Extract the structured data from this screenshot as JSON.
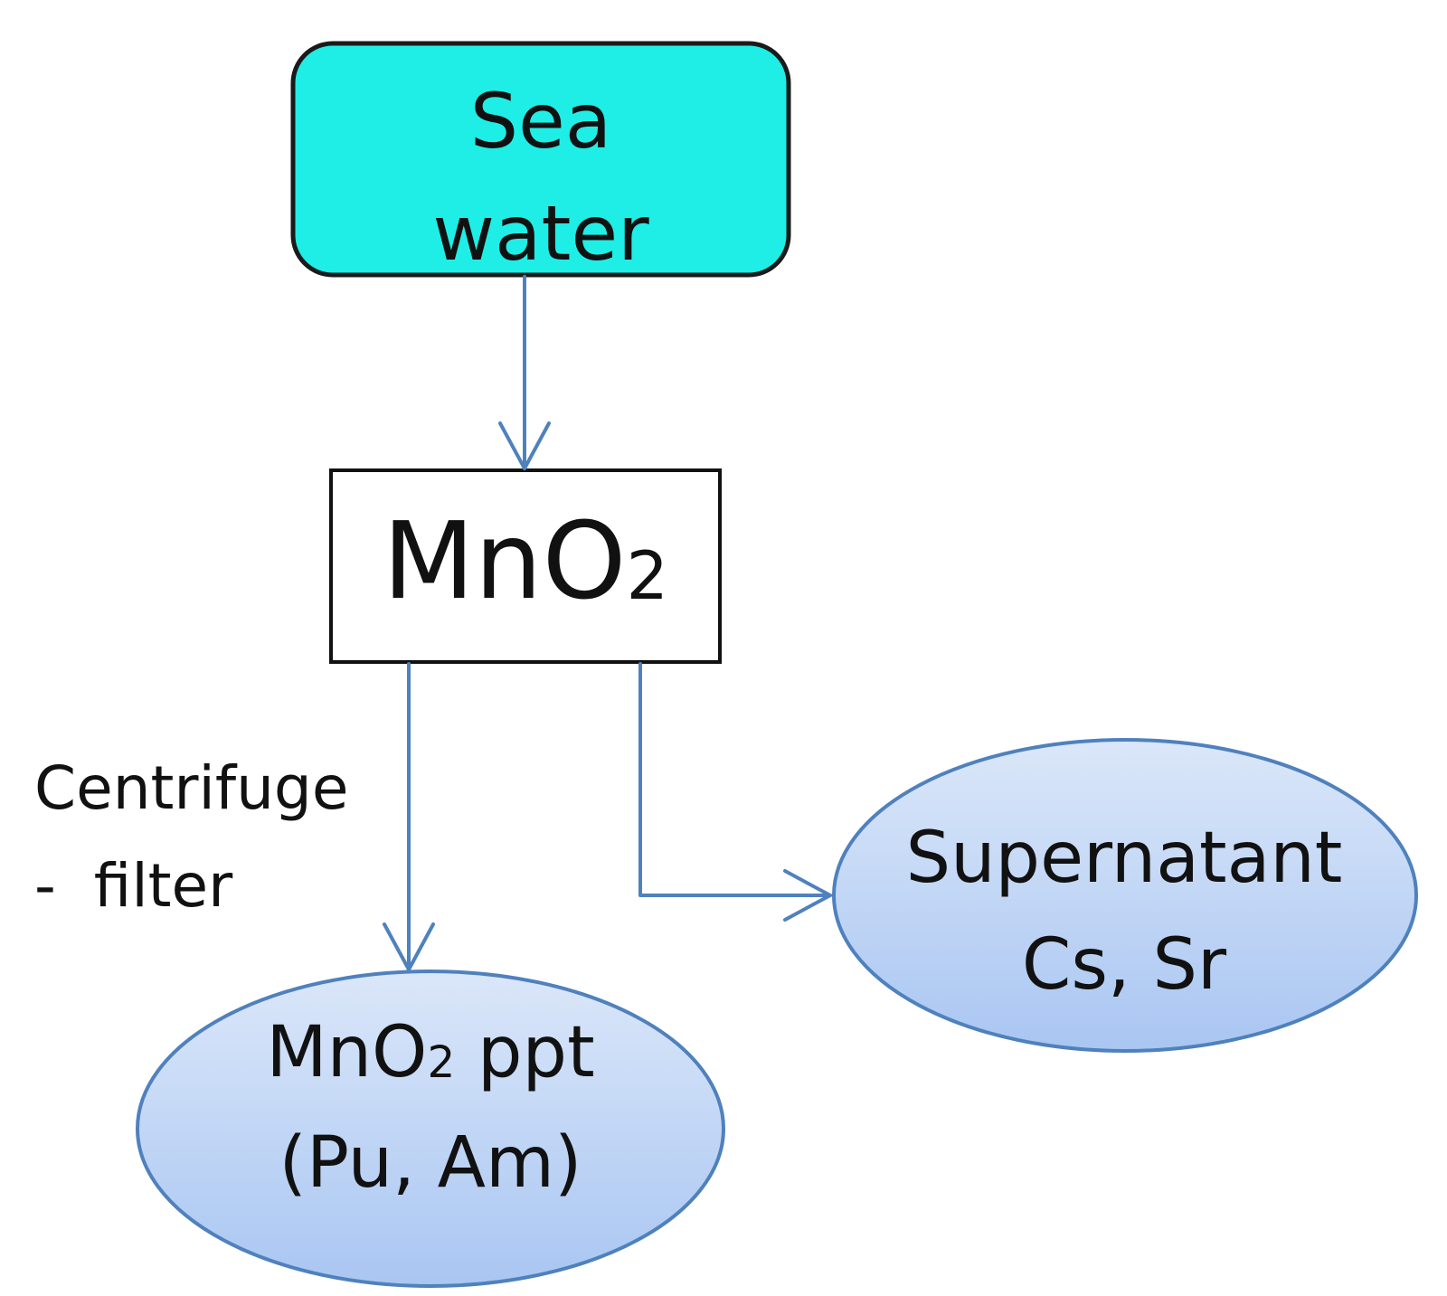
{
  "nodes": {
    "seawater": {
      "lines": [
        "Sea",
        "water"
      ],
      "fill": "#1eeee6",
      "shape": "rounded-rectangle"
    },
    "mno2": {
      "text": "MnO",
      "subscript": "2",
      "fill": "#ffffff",
      "shape": "rectangle"
    },
    "ppt": {
      "line1_main": "MnO",
      "line1_sub": "2",
      "line1_rest": " ppt",
      "line2": "(Pu, Am)",
      "fill": "#c4d8f5",
      "shape": "ellipse"
    },
    "supernatant": {
      "lines": [
        "Supernatant",
        "Cs, Sr"
      ],
      "fill": "#c4d8f5",
      "shape": "ellipse"
    }
  },
  "edges": [
    {
      "from": "seawater",
      "to": "mno2"
    },
    {
      "from": "mno2",
      "to": "ppt",
      "label_lines": [
        "Centrifuge",
        "-  filter"
      ]
    },
    {
      "from": "mno2",
      "to": "supernatant"
    }
  ],
  "colors": {
    "arrow": "#4f81bd",
    "ellipse_stroke": "#4f81bd",
    "box_stroke": "#111111"
  }
}
